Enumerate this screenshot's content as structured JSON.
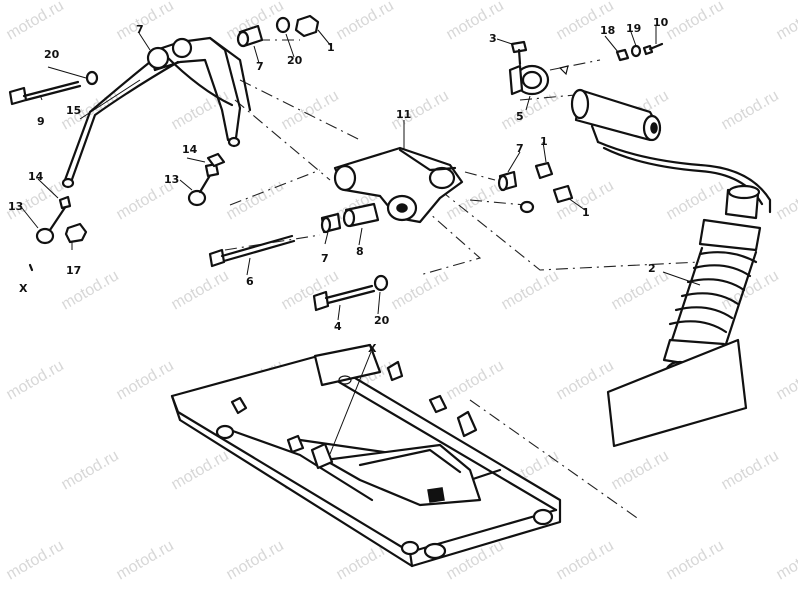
{
  "watermark": "motod.ru",
  "callouts": {
    "c1a": "1",
    "c1b": "1",
    "c1c": "1",
    "c2": "2",
    "c3": "3",
    "c4": "4",
    "c5": "5",
    "c6": "6",
    "c7a": "7",
    "c7b": "7",
    "c7c": "7",
    "c7d": "7",
    "c8": "8",
    "c9": "9",
    "c10": "10",
    "c11": "11",
    "c13a": "13",
    "c13b": "13",
    "c14a": "14",
    "c14b": "14",
    "c15": "15",
    "c17": "17",
    "c18": "18",
    "c19": "19",
    "c20a": "20",
    "c20b": "20",
    "c20c": "20",
    "cxa": "X",
    "cxb": "X"
  }
}
